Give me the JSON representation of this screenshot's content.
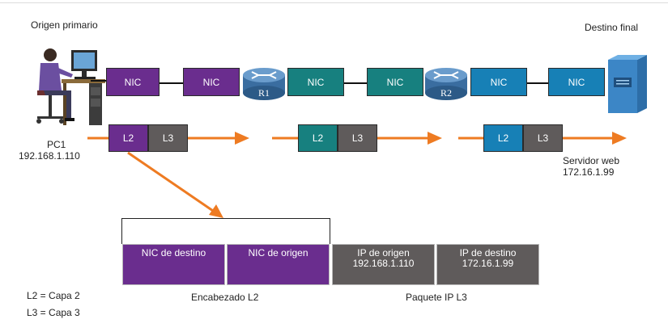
{
  "labels": {
    "origen_primario": "Origen primario",
    "destino_final": "Destino final",
    "pc1_name": "PC1",
    "pc1_ip": "192.168.1.110",
    "server_name": "Servidor web",
    "server_ip": "172.16.1.99",
    "legend_l2": "L2 = Capa 2",
    "legend_l3": "L3 = Capa 3",
    "encabezado_l2": "Encabezado L2",
    "paquete_ip_l3": "Paquete IP L3"
  },
  "nics": [
    "NIC",
    "NIC",
    "NIC",
    "NIC",
    "NIC",
    "NIC"
  ],
  "routers": [
    "R1",
    "R2"
  ],
  "frames": [
    {
      "l2": "L2",
      "l3": "L3"
    },
    {
      "l2": "L2",
      "l3": "L3"
    },
    {
      "l2": "L2",
      "l3": "L3"
    }
  ],
  "detail": {
    "nic_destino": "NIC de destino",
    "nic_origen": "NIC de origen",
    "ip_origen_label": "IP de origen",
    "ip_origen_value": "192.168.1.110",
    "ip_destino_label": "IP de destino",
    "ip_destino_value": "172.16.1.99"
  },
  "colors": {
    "purple": "#6a2d8e",
    "teal": "#17807f",
    "blue": "#1780b6",
    "gray": "#5f5b5b",
    "orange": "#ee7b22"
  }
}
